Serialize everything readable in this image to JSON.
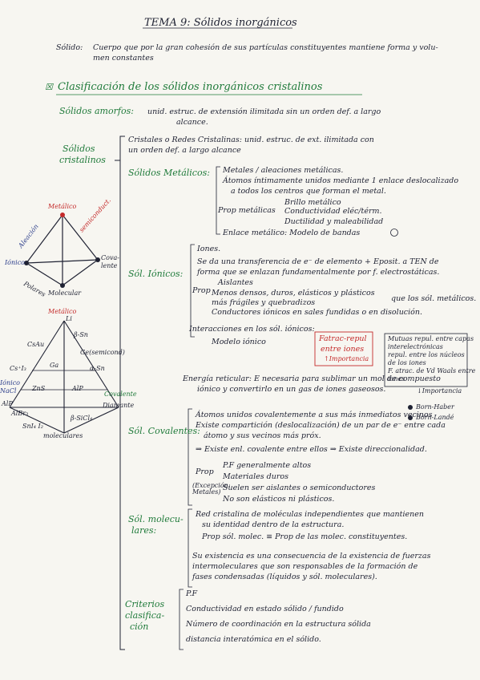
{
  "title": "TEMA 9: Sólidos inorgánicos",
  "definition": {
    "label": "Sólido:",
    "line1": "Cuerpo que por la gran cohesión de sus partículas constituyentes mantiene forma y volu-",
    "line2": "men constantes"
  },
  "section": {
    "bullet": "☒",
    "heading": "Clasificación de los sólidos inorgánicos cristalinos"
  },
  "amorfos": {
    "label": "Sólidos amorfos:",
    "line1": "unid. estruc. de extensión ilimitada sin un orden def. a largo",
    "line2": "alcance."
  },
  "cristalinos": {
    "label1": "Sólidos",
    "label2": "cristalinos",
    "redes_line1": "Cristales o Redes Cristalinas: unid. estruc. de ext. ilimitada con",
    "redes_line2": "un orden def. a largo alcance",
    "metalicos": {
      "label": "Sólidos Metálicos:",
      "items": [
        "Metales / aleaciones metálicas.",
        "Átomos íntimamente unidos mediante 1 enlace deslocalizado",
        "a todos los centros que forman el metal."
      ],
      "prop": "Prop metálicas",
      "props": [
        "Brillo metálico",
        "Conductividad eléc/térm.",
        "Ductilidad y maleabilidad"
      ],
      "enlace": "Enlace metálico: Modelo de bandas"
    },
    "ionicos": {
      "label": "Sól. Iónicos:",
      "items": [
        "Iones.",
        "Se da una transferencia de e⁻ de elemento + Eposit. a TEN de",
        "forma que se enlazan fundamentalmente por f. electrostáticas."
      ],
      "prop": "Prop",
      "props": [
        "Aislantes",
        "Menos densos, duros, elásticos y plásticos",
        "más frágiles y quebradizos",
        "Conductores iónicos en sales fundidas o en disolución."
      ],
      "props_side": "que los sól. metálicos.",
      "inter1": "Interacciones en los sól. iónicos:",
      "inter2": "Modelo iónico",
      "box1_line1": "Fatrac-repul",
      "box1_line2": "entre iones",
      "box1_line3": "↑Importancia",
      "box2": [
        "Mutuas repul. entre capas",
        "interelectrónicas",
        "repul. entre los núcleos",
        "de los iones",
        "F. atrac. de Vd Waals entre",
        "iones"
      ],
      "box2_note": "↓Importancia",
      "energia_line1": "Energía reticular: E necesaria para sublimar un mol de compuesto",
      "energia_line2": "iónico y convertirlo en un gas de iones gaseosos.",
      "born1": "Born-Haber",
      "born2": "Born-Landé"
    },
    "covalentes": {
      "label": "Sól. Covalentes:",
      "items": [
        "Átomos unidos covalentemente a sus más inmediatos vecinos",
        "Existe compartición (deslocalización) de un par de e⁻ entre cada",
        "átomo y sus vecinos más próx.",
        "⇒ Existe enl. covalente entre ellos ⇒ Existe direccionalidad."
      ],
      "prop": "Prop",
      "prop_sub": "(Excepción: Metales)",
      "props": [
        "P.F generalmente altos",
        "Materiales duros",
        "Suelen ser aislantes o semiconductores",
        "No son elásticos ni plásticos."
      ]
    },
    "moleculares": {
      "label1": "Sól. molecu-",
      "label2": "lares:",
      "items": [
        "Red cristalina de moléculas independientes que mantienen",
        "su identidad dentro de la estructura.",
        "Prop sól. molec. ≡ Prop de las molec. constituyentes.",
        "Su existencia es una consecuencia de la existencia de fuerzas",
        "intermoleculares que son responsables de la formación de",
        "fases condensadas (líquidos y sól. moleculares)."
      ]
    }
  },
  "criterios": {
    "label1": "Criterios",
    "label2": "clasifica-",
    "label3": "ción",
    "items": [
      "P.F",
      "Conductividad en estado sólido / fundido",
      "Número de coordinación en la estructura sólida",
      "distancia interatómica en el sólido."
    ]
  },
  "diagram1": {
    "top": "Metálico",
    "left": "Iónico",
    "right1": "Cova-",
    "right2": "lente",
    "bottom": "Molecular",
    "edge_right": "semiconduct.",
    "edge_left": "Aleación",
    "edge_bottom_left": "Polares"
  },
  "diagram2": {
    "top": "Metálico",
    "li": "Li",
    "labels": [
      "CsAu",
      "Ga",
      "β-Sn",
      "Ge(semicond)",
      "α-Sn",
      "Cs⁺I₃",
      "ZnS",
      "AlP",
      "Covalente",
      "Diamante",
      "AlP",
      "AlBr₃",
      "β-SiCl₄",
      "SnI₄ I₂"
    ],
    "left1": "Iónico",
    "left2": "NaCl",
    "bottom": "moleculares"
  },
  "colors": {
    "ink": "#1f2233",
    "green": "#1f7a3a",
    "red": "#c42a2a"
  }
}
